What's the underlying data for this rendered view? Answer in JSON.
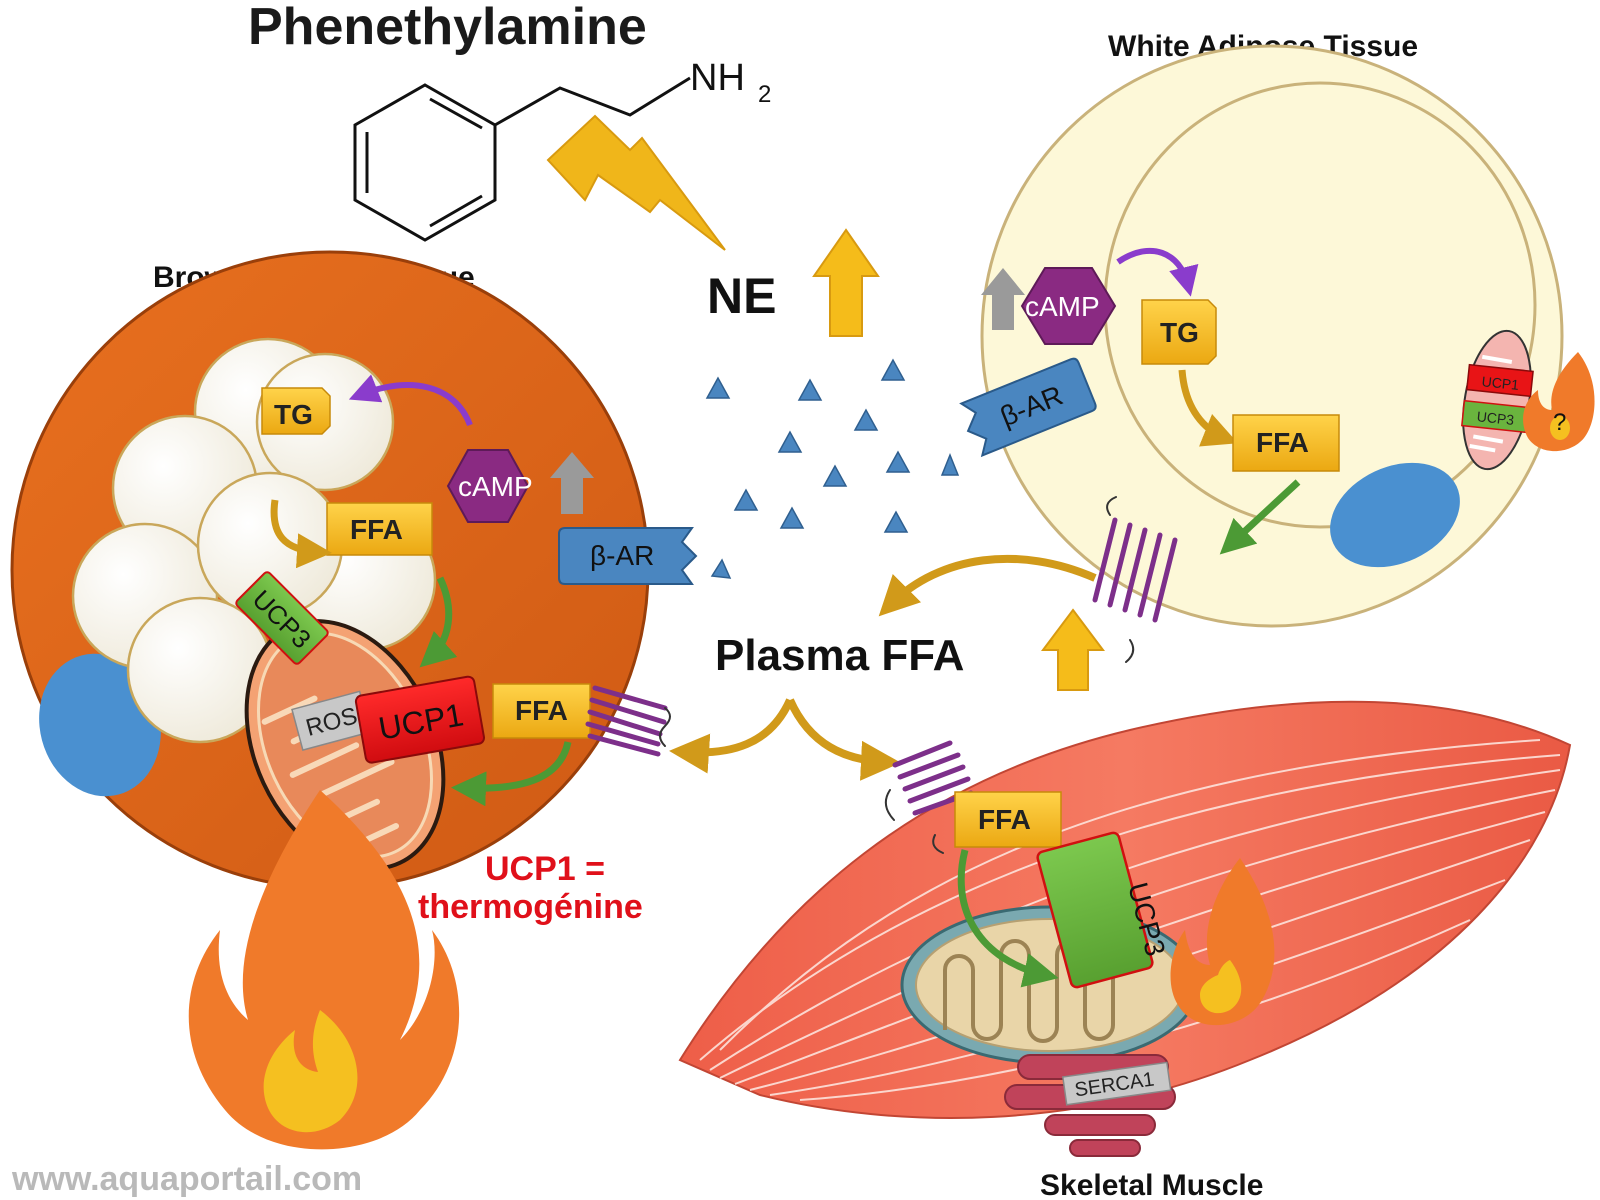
{
  "title": "Phenethylamine",
  "molecule_label": "NH",
  "molecule_subscript": "2",
  "ne_label": "NE",
  "plasma_label": "Plasma FFA",
  "brown": {
    "title": "Brown Adipose Tissue",
    "tg": "TG",
    "camp": "cAMP",
    "ffa": "FFA",
    "ffa2": "FFA",
    "bar": "β-AR",
    "ucp3": "UCP3",
    "ucp1": "UCP1",
    "ros": "ROS",
    "note_line1": "UCP1 =",
    "note_line2": "thermogénine"
  },
  "white": {
    "title": "White Adipose Tissue",
    "tg": "TG",
    "camp": "cAMP",
    "ffa": "FFA",
    "bar": "β-AR",
    "ucp1": "UCP1",
    "ucp3": "UCP3",
    "question": "?"
  },
  "muscle": {
    "title": "Skeletal Muscle",
    "ffa": "FFA",
    "ucp3": "UCP3",
    "serca": "SERCA1"
  },
  "website": "www.aquaportail.com",
  "colors": {
    "brown_tissue": "#e0661c",
    "white_tissue": "#fdf8d8",
    "muscle": "#f06a55",
    "box_yellow": "#f5bc1a",
    "camp_purple": "#8a2a82",
    "receptor_blue": "#4a86c0",
    "ucp1_red": "#e81416",
    "ucp3_green": "#6ab43e",
    "arrow_gold": "#d19a1a",
    "arrow_green": "#4c9a35",
    "arrow_purple": "#8a3ccc",
    "flame_orange": "#f07a2a"
  }
}
